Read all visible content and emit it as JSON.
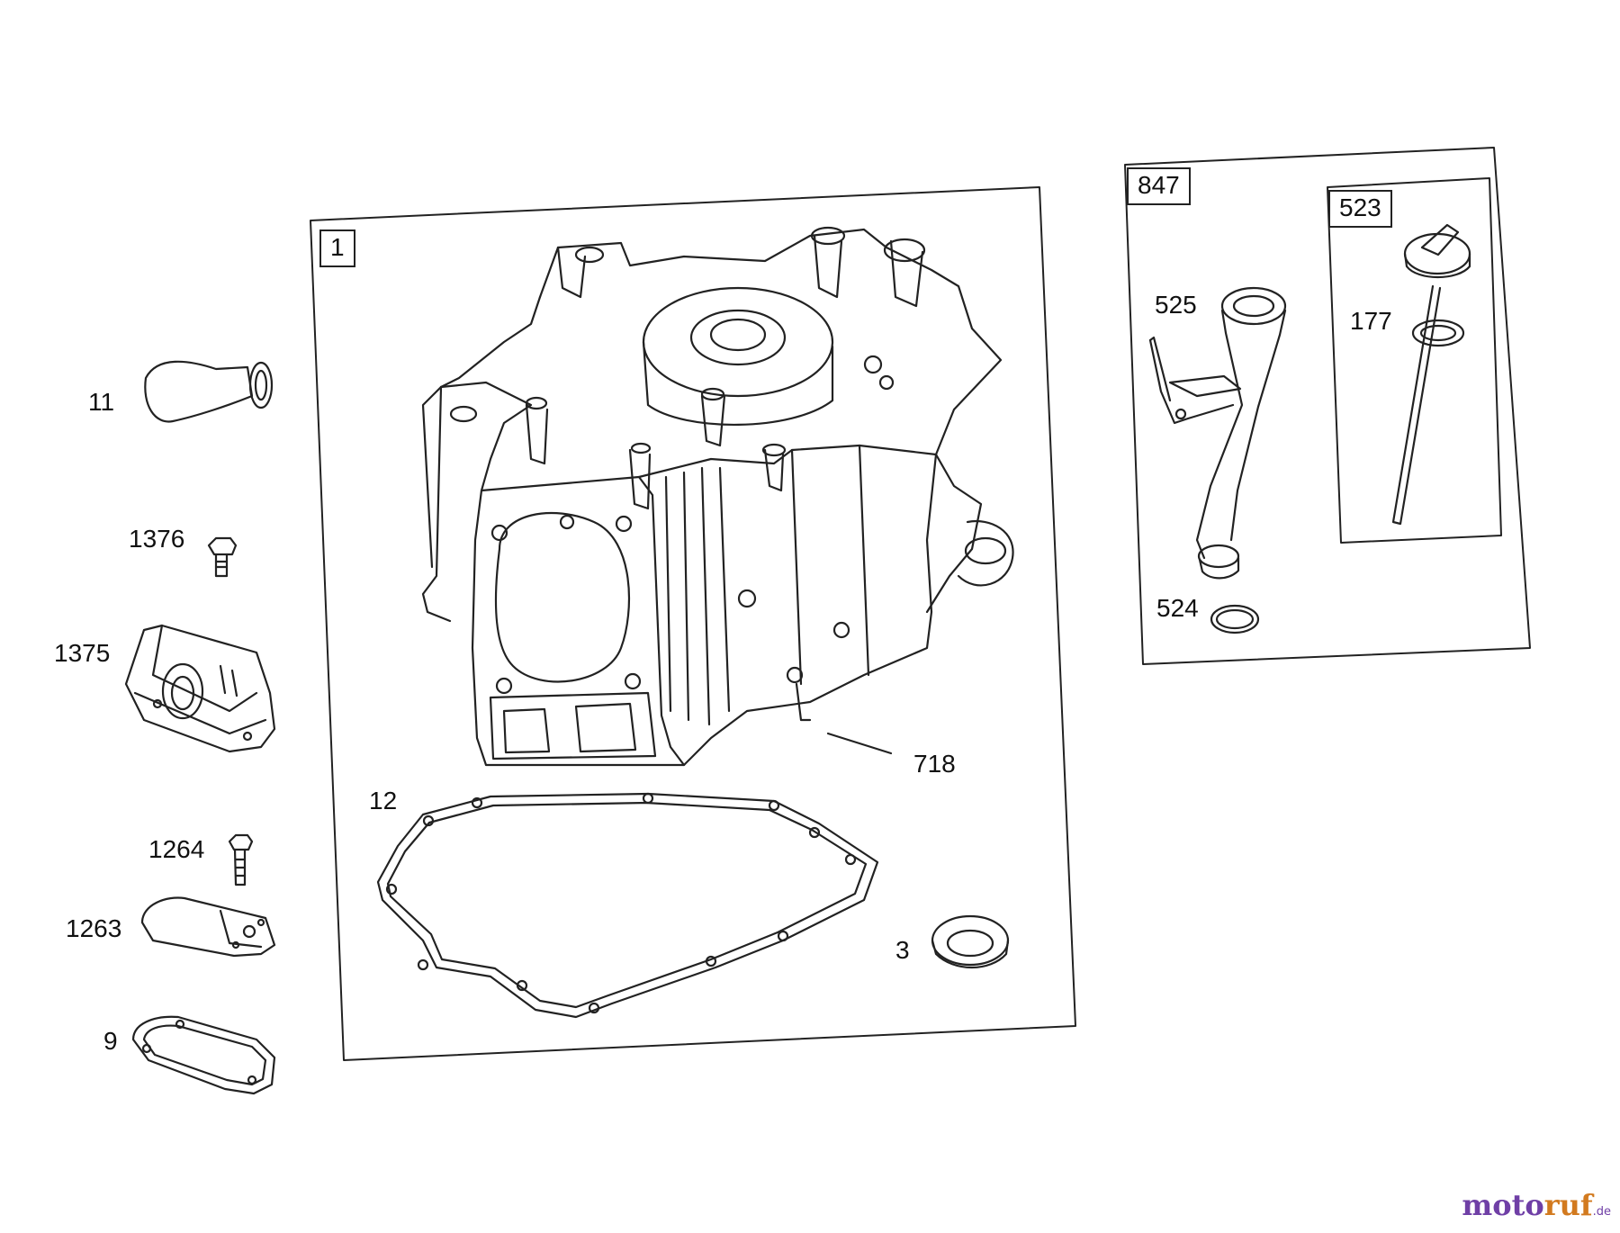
{
  "frames": {
    "main": "1",
    "dipstick_group": "847",
    "dipstick_inner": "523"
  },
  "callouts": {
    "p11": "11",
    "p1376": "1376",
    "p1375": "1375",
    "p1264": "1264",
    "p1263": "1263",
    "p9": "9",
    "p12": "12",
    "p718": "718",
    "p3": "3",
    "p525": "525",
    "p524": "524",
    "p177": "177"
  },
  "watermark": {
    "brand_a": "moto",
    "brand_b": "ruf",
    "tld": ".de"
  },
  "colors": {
    "line": "#222222",
    "watermark_primary": "#6f3fa6",
    "watermark_accent": "#d27a1f"
  },
  "icons": [
    "cylinder-block-drawing",
    "gasket-drawing",
    "seal-ring-drawing",
    "oil-fill-tube-drawing",
    "dipstick-drawing",
    "breather-hose-drawing",
    "bolt-drawing",
    "breather-cover-drawing",
    "plate-drawing",
    "small-gasket-drawing",
    "o-ring-drawing"
  ]
}
